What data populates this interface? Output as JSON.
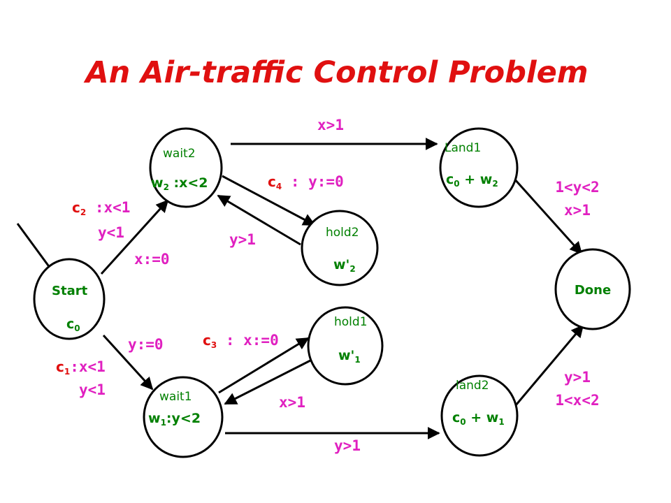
{
  "title": "An Air-traffic Control Problem",
  "nodes": {
    "start": {
      "name": "Start",
      "invariant": {
        "base": "c",
        "sub": "0"
      }
    },
    "wait2": {
      "name": "wait2",
      "invariant": {
        "base": "w",
        "sub": "2",
        "rest": " :x<2"
      }
    },
    "hold2": {
      "name": "hold2",
      "invariant": {
        "base": "w'",
        "sub": "2"
      }
    },
    "land1": {
      "name": "Land1",
      "invariant": {
        "base": "c",
        "sub": "0",
        "mid": " + w",
        "sub2": "2"
      }
    },
    "done": {
      "name": "Done"
    },
    "hold1": {
      "name": "hold1",
      "invariant": {
        "base": "w'",
        "sub": "1"
      }
    },
    "wait1": {
      "name": "wait1",
      "invariant": {
        "base": "w",
        "sub": "1",
        "rest": ":y<2"
      }
    },
    "land2": {
      "name": "land2",
      "invariant": {
        "base": "c",
        "sub": "0",
        "mid": " + w",
        "sub2": "1"
      }
    }
  },
  "edges": {
    "wait2_land1": {
      "guard": "x>1"
    },
    "wait2_hold2": {
      "clock": "c",
      "clock_sub": "4",
      "guard": " : y:=0"
    },
    "hold2_wait2": {
      "guard": "y>1"
    },
    "start_wait2": {
      "clock": "c",
      "clock_sub": "2",
      "guard_line1": " :x<1",
      "guard_line2": "y<1",
      "reset": "x:=0"
    },
    "land1_done": {
      "guard_line1": "1<y<2",
      "guard_line2": "x>1"
    },
    "start_wait1": {
      "clock": "c",
      "clock_sub": "1",
      "guard_line1": ":x<1",
      "guard_line2": "y<1",
      "reset": "y:=0"
    },
    "wait1_hold1": {
      "clock": "c",
      "clock_sub": "3",
      "guard": " : x:=0"
    },
    "hold1_wait1": {
      "guard": "x>1"
    },
    "wait1_land2": {
      "guard": "y>1"
    },
    "land2_done": {
      "guard_line1": "y>1",
      "guard_line2": "1<x<2"
    }
  },
  "colors": {
    "title": "#e01010",
    "location_text": "#008000",
    "guard_text": "#e020c0",
    "clock_variable": "#e01010"
  }
}
